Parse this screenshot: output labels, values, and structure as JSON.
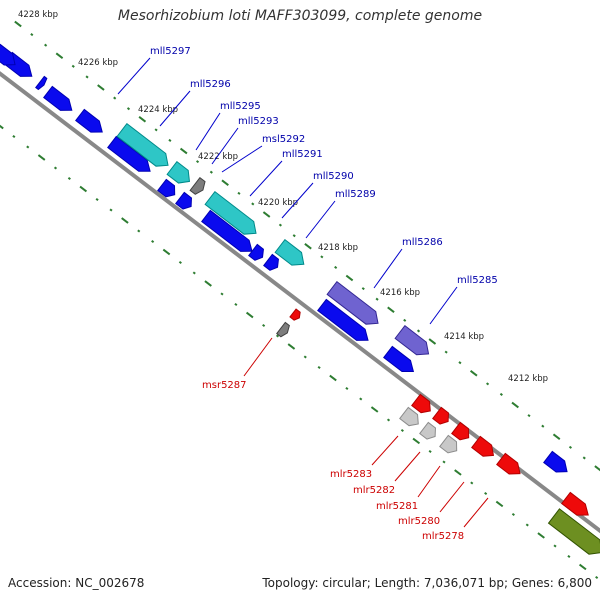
{
  "title": "Mesorhizobium loti MAFF303099, complete genome",
  "footer": {
    "accession": "Accession: NC_002678",
    "summary": "Topology: circular; Length: 7,036,071 bp; Genes: 6,800"
  },
  "colors": {
    "strand_line": "#888888",
    "tick": "#2e7d32",
    "blue": "#0a0aee",
    "cyan": "#2ec6c6",
    "purple": "#6f63d0",
    "gray": "#7d7d7d",
    "lightgray": "#c8c8c8",
    "red": "#ee0a0a",
    "olive": "#6d8f21",
    "reverse_label": "#0000aa",
    "forward_label": "#cc0000"
  },
  "kbp_ticks": [
    "4228 kbp",
    "4226 kbp",
    "4224 kbp",
    "4222 kbp",
    "4220 kbp",
    "4218 kbp",
    "4216 kbp",
    "4214 kbp",
    "4212 kbp"
  ],
  "reverse_genes": [
    "mll5297",
    "mll5296",
    "mll5295",
    "mll5293",
    "msl5292",
    "mll5291",
    "mll5290",
    "mll5289",
    "mll5286",
    "mll5285"
  ],
  "forward_genes": [
    "msr5287",
    "mlr5283",
    "mlr5282",
    "mlr5281",
    "mlr5280",
    "mlr5278"
  ]
}
